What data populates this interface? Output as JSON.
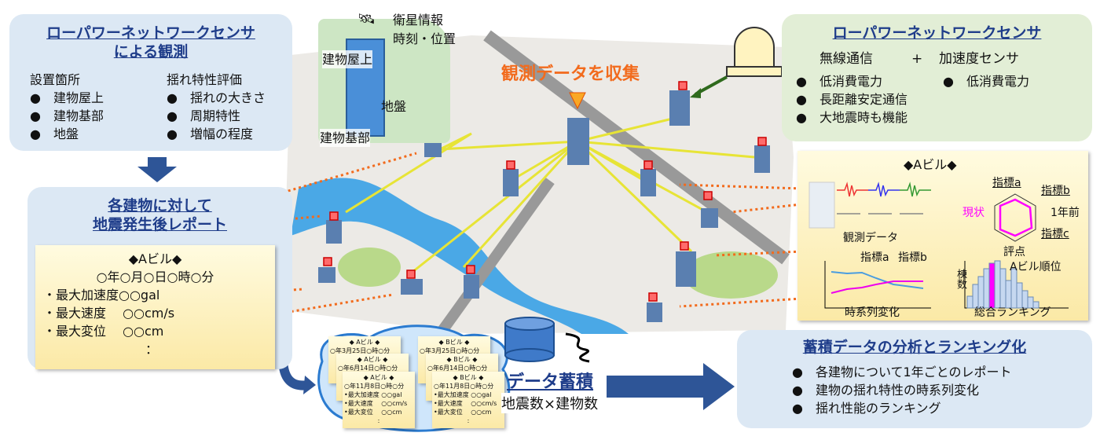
{
  "observation_box": {
    "title_line1": "ローパワーネットワークセンサ",
    "title_line2": "による観測",
    "col1_title": "設置箇所",
    "col1_items": [
      "●　建物屋上",
      "●　建物基部",
      "●　地盤"
    ],
    "col2_title": "揺れ特性評価",
    "col2_items": [
      "●　揺れの大きさ",
      "●　周期特性",
      "●　増幅の程度"
    ]
  },
  "report_box": {
    "title_line1": "各建物に対して",
    "title_line2": "地震発生後レポート",
    "note": {
      "header": "◆Aビル◆",
      "datetime": "○年○月○日○時○分",
      "items": [
        "・最大加速度○○gal",
        "・最大速度　 ○○cm/s",
        "・最大変位　 ○○cm"
      ],
      "ellipsis": "："
    }
  },
  "inset": {
    "satellite_label_line1": "衛星情報",
    "satellite_label_line2": "時刻・位置",
    "roof": "建物屋上",
    "ground": "地盤",
    "base": "建物基部"
  },
  "map": {
    "collect_label": "観測データを収集"
  },
  "sensor_box": {
    "title": "ローパワーネットワークセンサ",
    "left_head": "無線通信",
    "plus": "+",
    "right_head": "加速度センサ",
    "left_items": [
      "●　低消費電力",
      "●　長距離安定通信",
      "●　大地震時も機能"
    ],
    "right_items": [
      "●　低消費電力"
    ]
  },
  "analysis_note": {
    "header": "◆Aビル◆",
    "obs_label": "観測データ",
    "radar_a": "指標a",
    "radar_b": "指標b",
    "radar_c": "指標c",
    "current": "現状",
    "year_ago": "1年前",
    "score": "評点",
    "ts_a": "指標a",
    "ts_b": "指標b",
    "ts_label": "時系列変化",
    "hist_y": "棟数",
    "hist_rank": "Aビル順位",
    "hist_label": "総合ランキング"
  },
  "cloud_notes": [
    {
      "header": "◆ Aビル ◆",
      "datetime": "○年3月25日○時○分"
    },
    {
      "header": "◆ Aビル ◆",
      "datetime": "○年6月14日○時○分"
    },
    {
      "header": "◆ Aビル ◆",
      "datetime": "○年11月8日○時○分",
      "items": [
        "•最大加速度 ○○gal",
        "•最大速度　 ○○cm/s",
        "•最大変位　 ○○cm"
      ],
      "ellipsis": ":"
    },
    {
      "header": "◆ Bビル ◆",
      "datetime": "○年3月25日○時○分"
    },
    {
      "header": "◆ Bビル ◆",
      "datetime": "○年6月14日○時○分"
    },
    {
      "header": "◆ Bビル ◆",
      "datetime": "○年11月8日○時○分",
      "items": [
        "•最大加速度 ○○gal",
        "•最大速度　 ○○cm/s",
        "•最大変位　 ○○cm"
      ],
      "ellipsis": ":"
    }
  ],
  "storage": {
    "title": "データ蓄積",
    "subtitle": "地震数×建物数"
  },
  "ranking_box": {
    "title": "蓄積データの分析とランキング化",
    "items": [
      "●　各建物について1年ごとのレポート",
      "●　建物の揺れ特性の時系列変化",
      "●　揺れ性能のランキング"
    ]
  },
  "colors": {
    "title_blue": "#1f3d8a",
    "orange": "#f26b1d",
    "magenta": "#ff00ff",
    "arrow_blue": "#2e5597"
  }
}
